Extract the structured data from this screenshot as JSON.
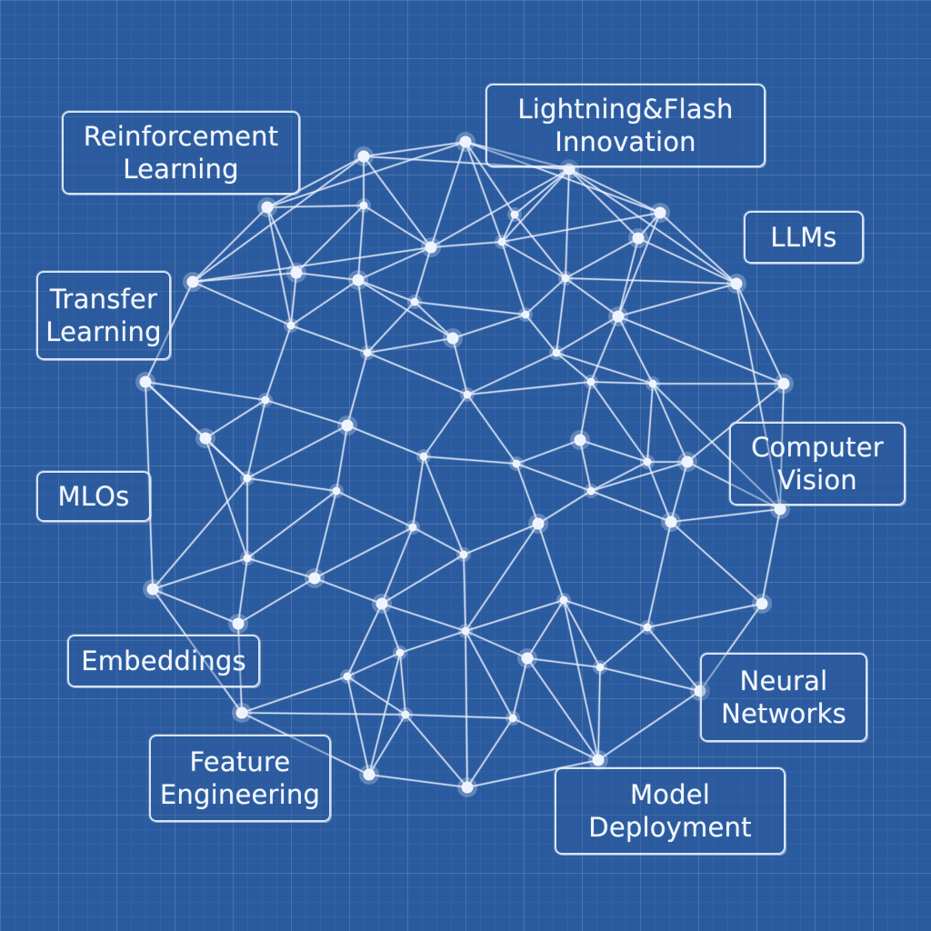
{
  "diagram": {
    "labels": {
      "reinforcement_learning": "Reinforcement\nLearning",
      "lightning_flash": "Lightning&Flash\nInnovation",
      "llms": "LLMs",
      "transfer_learning": "Transfer\nLearning",
      "computer_vision": "Computer\nVision",
      "mlops": "MLOs",
      "embeddings": "Embeddings",
      "neural_networks": "Neural\nNetworks",
      "feature_engineering": "Feature\nEngineering",
      "model_deployment": "Model\nDeployment"
    },
    "colors": {
      "background": "#2b5b9f",
      "line": "#eef4ff"
    }
  }
}
